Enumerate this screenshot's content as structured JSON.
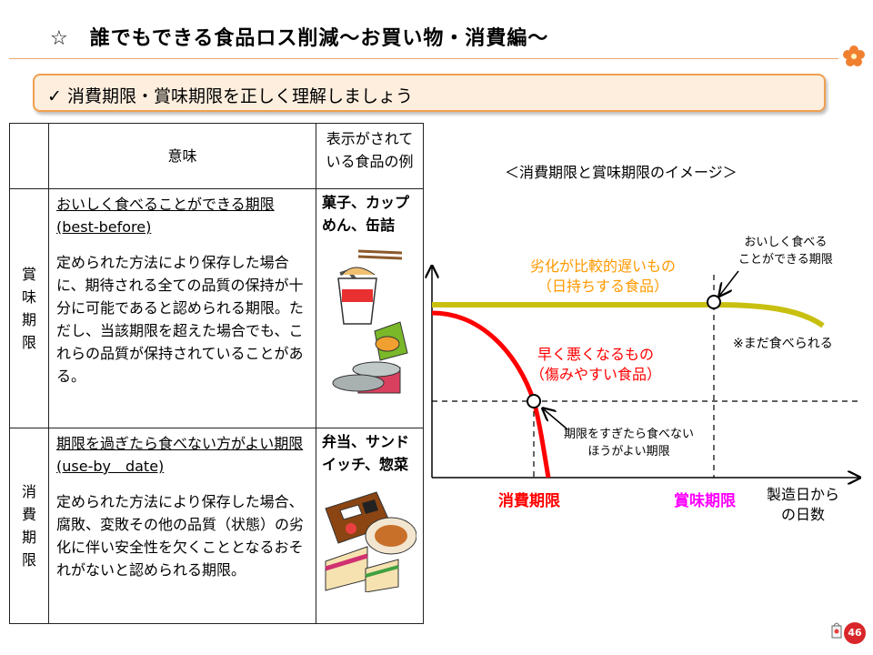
{
  "header": {
    "title": "☆　誰でもできる食品ロス削減～お買い物・消費編～",
    "subtitle": "✓ 消費期限・賞味期限を正しく理解しましょう"
  },
  "table": {
    "col_meaning": "意味",
    "col_examples": "表示がされている食品の例",
    "rows": [
      {
        "category": [
          "賞",
          "味",
          "期",
          "限"
        ],
        "definition_title": "おいしく食べることができる期限(best-before)",
        "definition_body": "定められた方法により保存した場合に、期待される全ての品質の保持が十分に可能であると認められる期限。ただし、当該期限を超えた場合でも、これらの品質が保持されていることがある。",
        "foods": "菓子、カップめん、缶詰",
        "food_icon": "snack-food-illustration"
      },
      {
        "category": [
          "消",
          "費",
          "期",
          "限"
        ],
        "definition_title": "期限を過ぎたら食べない方がよい期限(use-by　date)",
        "definition_body": "定められた方法により保存した場合、腐敗、変敗その他の品質（状態）の劣化に伴い安全性を欠くこととなるおそれがないと認められる期限。",
        "foods": "弁当、サンドイッチ、惣菜",
        "food_icon": "bento-sandwich-illustration"
      }
    ]
  },
  "diagram": {
    "title": "＜消費期限と賞味期限のイメージ＞",
    "slow_label_1": "劣化が比較的遅いもの",
    "slow_label_2": "（日持ちする食品）",
    "fast_label_1": "早く悪くなるもの",
    "fast_label_2": "（傷みやすい食品）",
    "best_before_note_1": "おいしく食べる",
    "best_before_note_2": "ことができる期限",
    "still_edible": "※まだ食べられる",
    "use_by_note_1": "期限をすぎたら食べない",
    "use_by_note_2": "ほうがよい期限",
    "x_use_by": "消費期限",
    "x_best_before": "賞味期限",
    "x_axis_1": "製造日から",
    "x_axis_2": "の日数",
    "colors": {
      "slow_curve": "#c8c010",
      "fast_curve": "#ff0000",
      "slow_text": "#ff9900",
      "fast_text": "#ff0000",
      "best_before_text": "#ff00ff"
    }
  },
  "footer": {
    "page_number": "46"
  }
}
